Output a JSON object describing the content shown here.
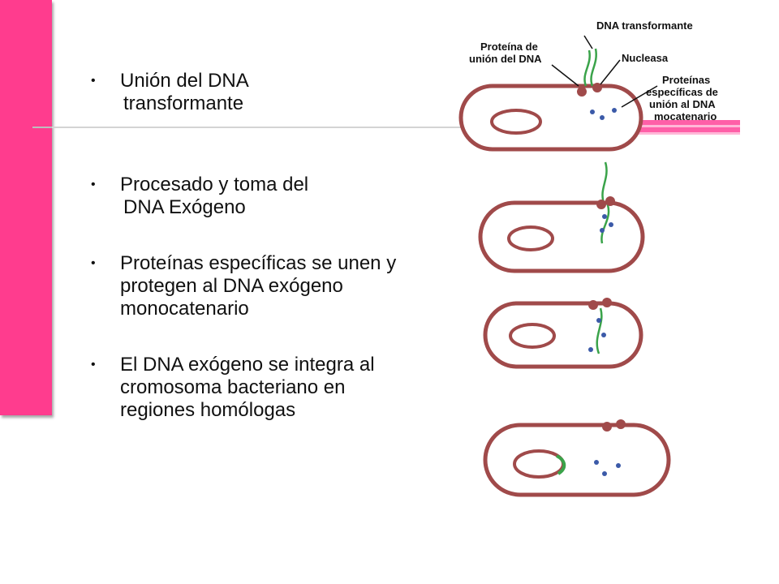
{
  "bullets": [
    {
      "lines": [
        "Unión del DNA",
        "transformante"
      ]
    },
    {
      "lines": [
        "Procesado y toma del",
        "DNA Exógeno"
      ]
    },
    {
      "lines": [
        "Proteínas específicas se unen y",
        "protegen al DNA exógeno",
        "monocatenario"
      ]
    },
    {
      "lines": [
        "El DNA exógeno se integra al",
        "cromosoma bacteriano en",
        "regiones homólogas"
      ]
    }
  ],
  "diagram": {
    "labels": {
      "dna_transformante": "DNA transformante",
      "proteina_de": "Proteína de",
      "union_del_dna": "unión del DNA",
      "nucleasa": "Nucleasa",
      "proteinas": "Proteínas",
      "especificas_de": "específicas de",
      "union_al_dna": "unión al DNA",
      "mocatenario": "mocatenario"
    }
  },
  "colors": {
    "accent_bar": "#ff3c8e",
    "cell_outline": "#a04a4a",
    "dna_strand": "#3aa34a",
    "protein_dots": "#3b5aa8"
  }
}
